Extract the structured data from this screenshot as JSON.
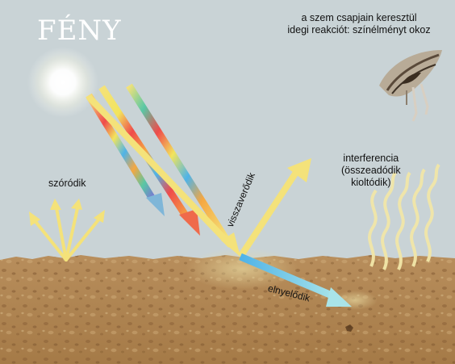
{
  "title": "FÉNY",
  "eye_note": [
    "a szem csapjain keresztül",
    "idegi reakciót: színélményt okoz"
  ],
  "labels": {
    "scatter": "szóródik",
    "reflect": "visszaverődik",
    "absorb": "elnyelődik",
    "interference": [
      "interferencia",
      "(összeadódik",
      "kioltódik)"
    ]
  },
  "colors": {
    "sky": "#c9d3d6",
    "ground": "#b58a58",
    "ray_yellow": "#f4e27a",
    "spectrum": [
      "#ef4b4b",
      "#f5a742",
      "#f2e45d",
      "#59c7a5",
      "#4fb3e8",
      "#7c6fd8"
    ]
  },
  "icons": [
    "sun-icon",
    "eye-icon"
  ]
}
